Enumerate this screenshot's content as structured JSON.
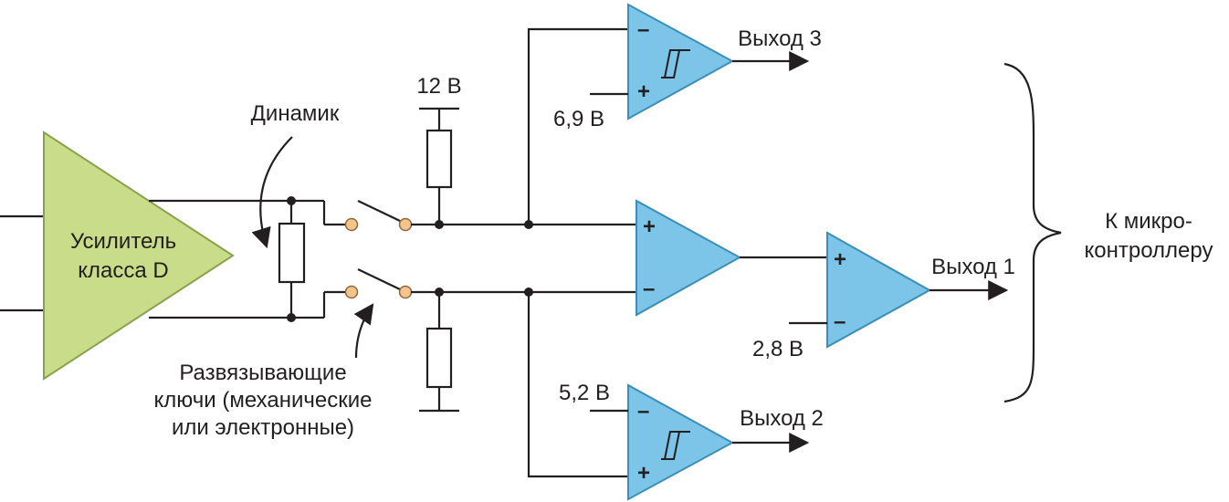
{
  "colors": {
    "amplifier_fill": "#c9dc8a",
    "amplifier_stroke": "#8aa34a",
    "opamp_fill": "#7cc5e8",
    "opamp_stroke": "#3a8fb9",
    "contact_fill": "#f5c48c",
    "contact_stroke": "#8a6a3a",
    "wire": "#231f20"
  },
  "amplifier": {
    "line1": "Усилитель",
    "line2": "класса D"
  },
  "speaker_label": "Динамик",
  "switch_label": {
    "line1": "Развязывающие",
    "line2": "ключи (механические",
    "line3": "или электронные)"
  },
  "supply_label": "12 В",
  "references": {
    "out3_ref": "6,9 В",
    "out2_ref": "5,2 В",
    "out1_ref": "2,8 В"
  },
  "outputs": {
    "out3": "Выход 3",
    "out1": "Выход 1",
    "out2": "Выход 2"
  },
  "mcu_label": {
    "line1": "К микро-",
    "line2": "контроллеру"
  },
  "signs": {
    "plus": "+",
    "minus": "–"
  }
}
